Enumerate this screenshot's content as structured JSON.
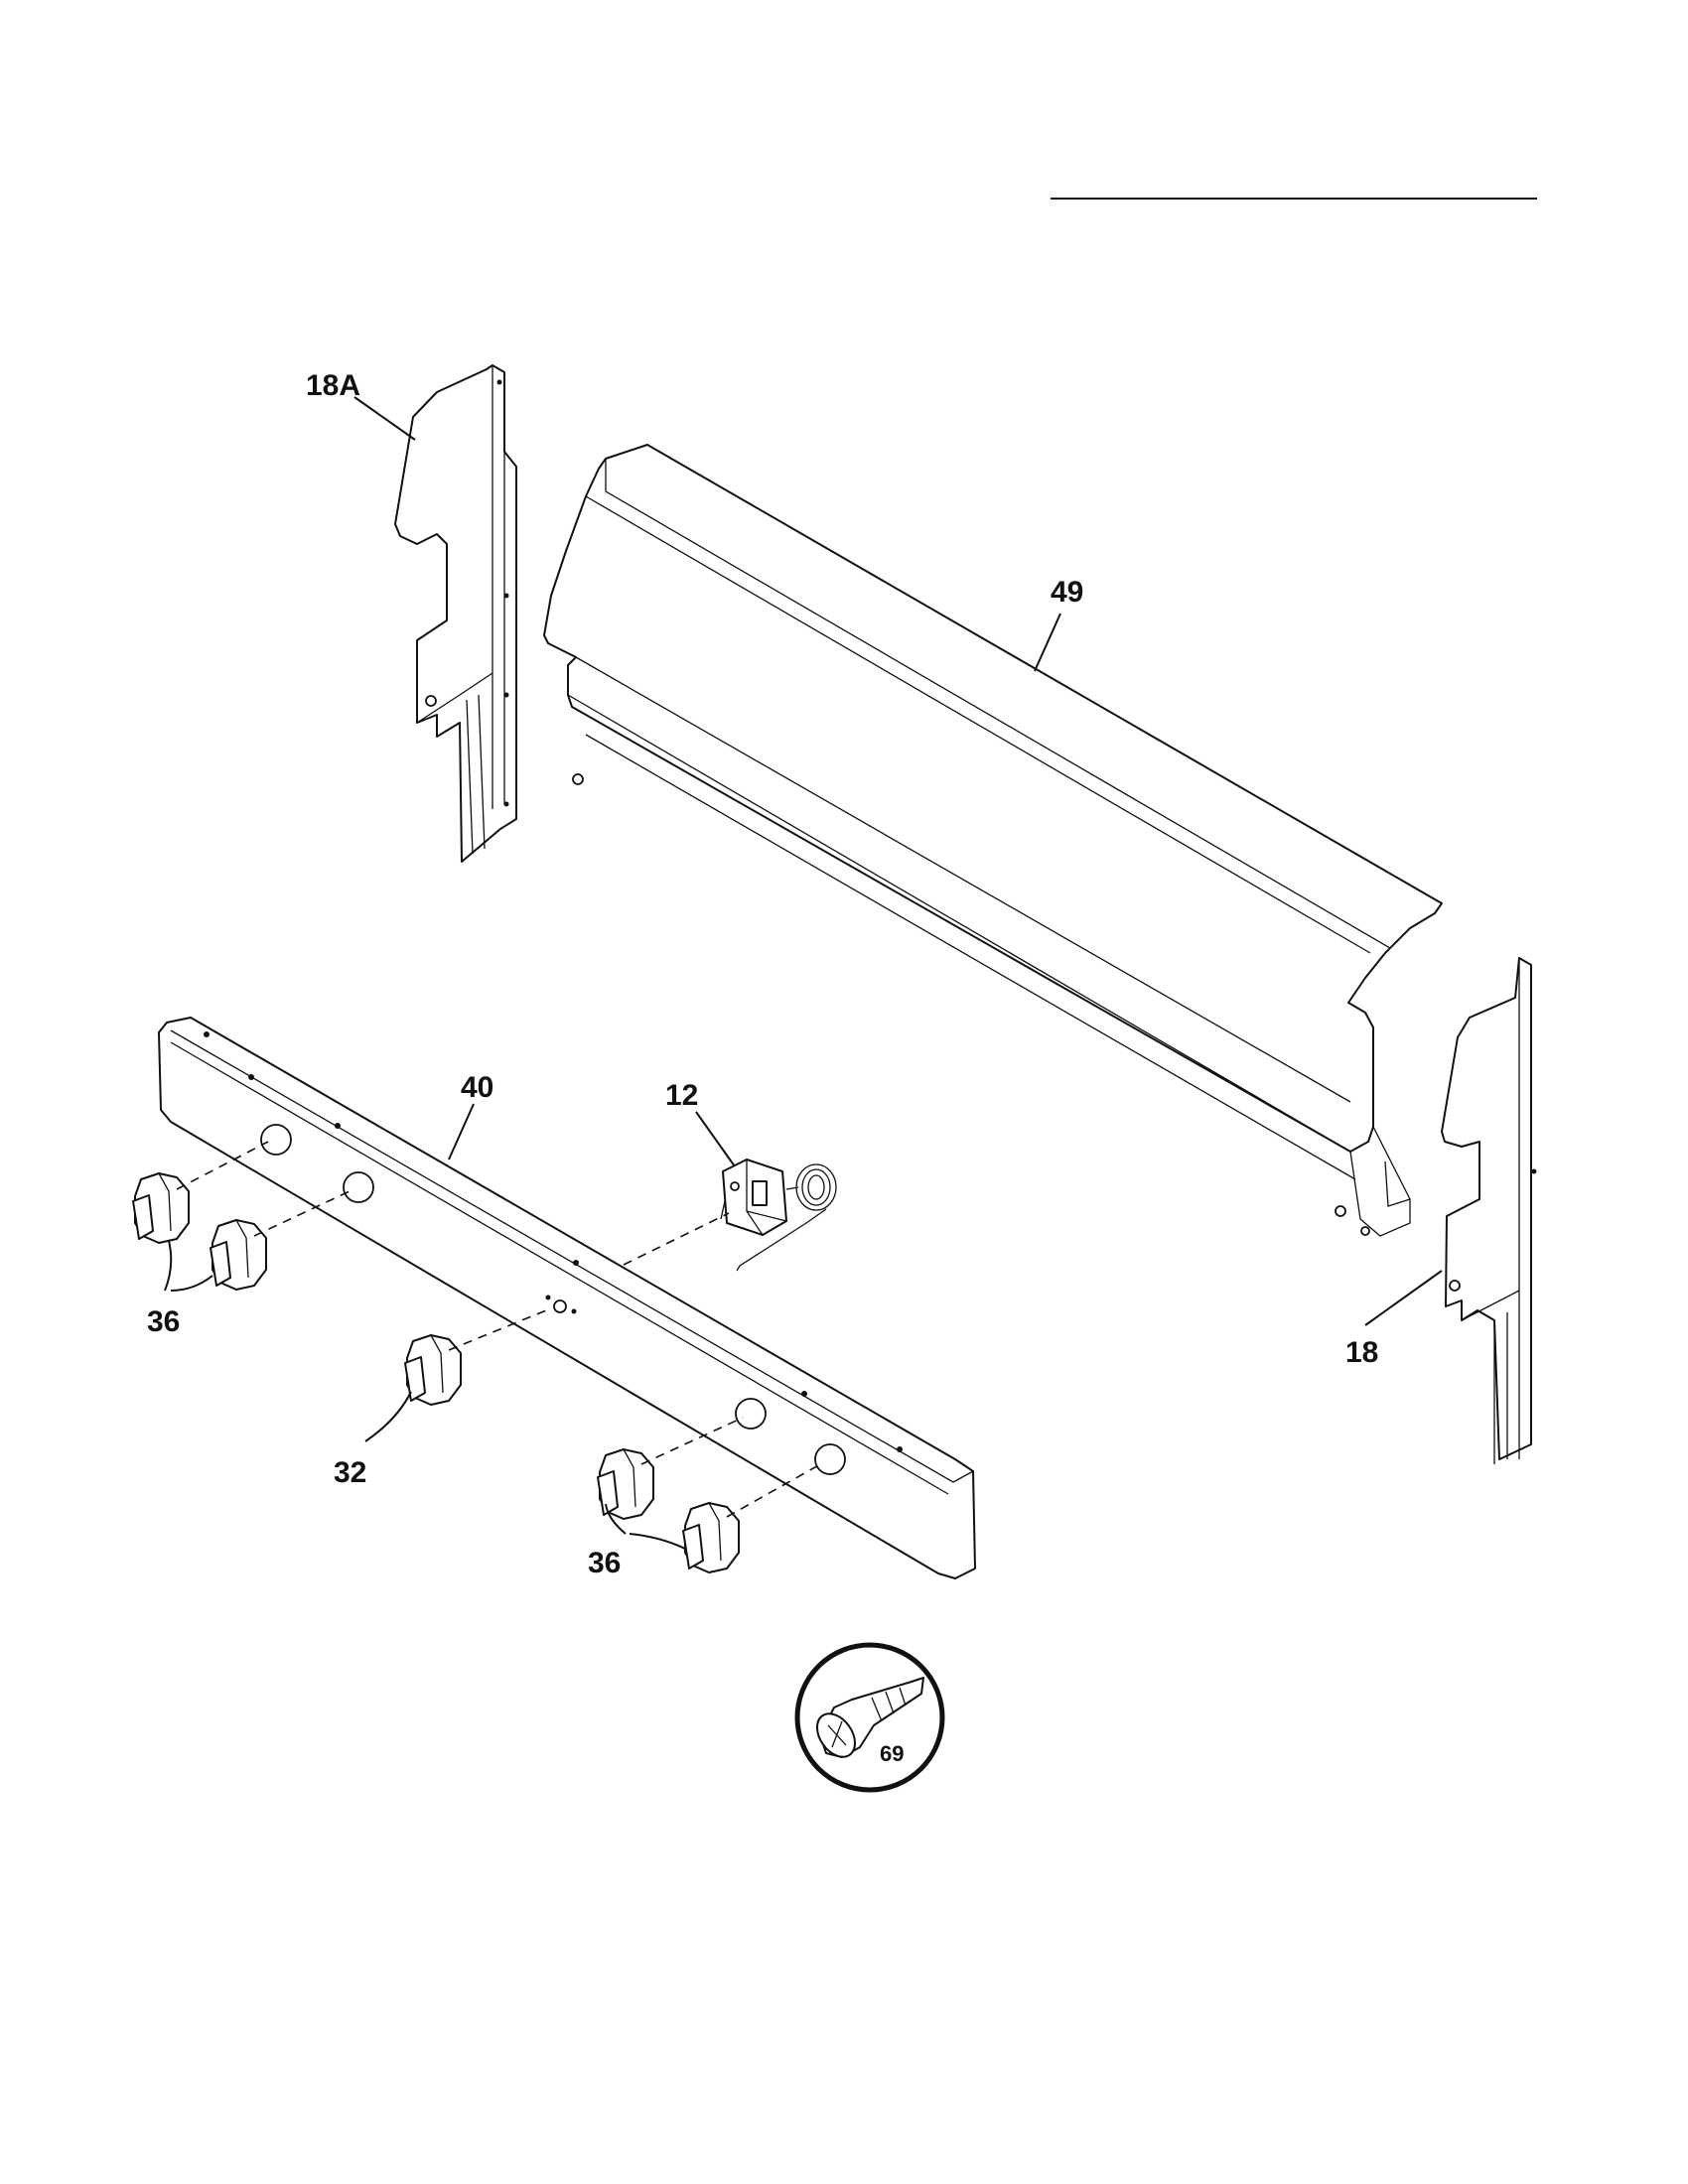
{
  "callouts": {
    "side_trim_left": "18A",
    "side_trim_right": "18",
    "backguard": "49",
    "control_panel": "40",
    "thermostat": "12",
    "knob_pair_left": "36",
    "knob_pair_right": "36",
    "center_knob": "32",
    "screw": "69"
  },
  "colors": {
    "line": "#111111",
    "background": "#ffffff"
  }
}
